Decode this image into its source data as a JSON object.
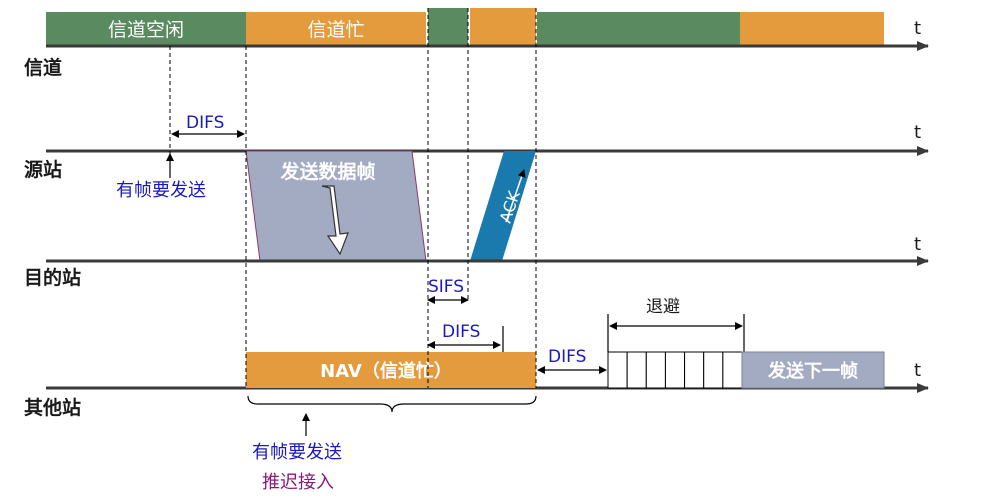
{
  "time_label": "t",
  "rows": {
    "channel": "信道",
    "source": "源站",
    "destination": "目的站",
    "others": "其他站"
  },
  "channel_bar": {
    "idle_label": "信道空闲",
    "busy_label": "信道忙"
  },
  "source": {
    "want_send": "有帧要发送",
    "data_frame": "发送数据帧",
    "ack": "ACK"
  },
  "intervals": {
    "difs_source": "DIFS",
    "sifs": "SIFS",
    "difs_nav": "DIFS",
    "difs_others": "DIFS"
  },
  "others": {
    "nav": "NAV（信道忙）",
    "backoff": "退避",
    "next_frame": "发送下一帧",
    "want_send": "有帧要发送",
    "defer": "推迟接入",
    "backoff_slots": 7
  },
  "colors": {
    "idle_green": "#5a8a5f",
    "busy_orange": "#e49b3d",
    "frame_gray": "#a3abc2",
    "ack_blue": "#1a7aae",
    "text_blue": "#1a1ab8",
    "text_purple": "#8a1a7a"
  }
}
